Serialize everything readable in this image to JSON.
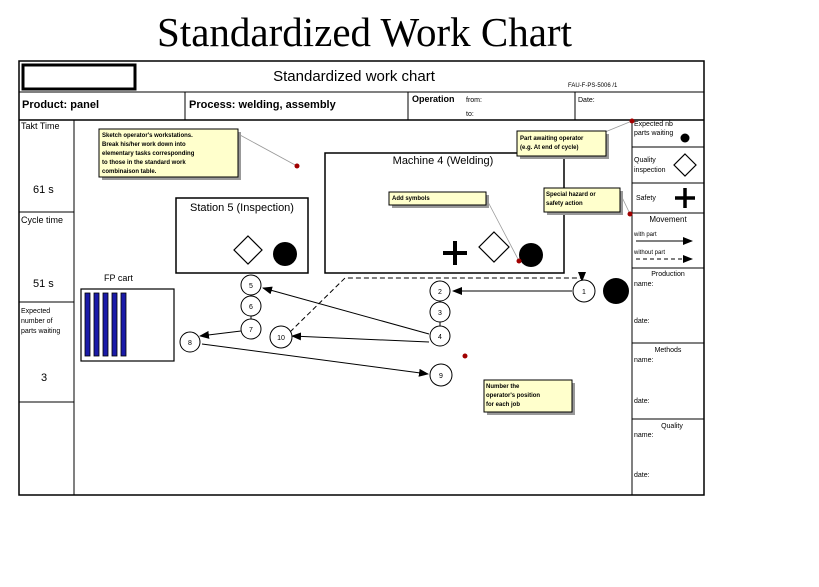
{
  "page_title": "Standardized Work Chart",
  "header": {
    "chart_title": "Standardized work chart",
    "form_code": "FAU-F-PS-5006 /1",
    "product": "Product: panel",
    "process": "Process: welding, assembly",
    "operation_label": "Operation",
    "from_label": "from:",
    "to_label": "to:",
    "date_label": "Date:"
  },
  "left_panel": {
    "takt_label": "Takt Time",
    "takt_value": "61 s",
    "cycle_label": "Cycle time",
    "cycle_value": "51 s",
    "wip_label_1": "Expected",
    "wip_label_2": "number of",
    "wip_label_3": "parts waiting",
    "wip_value": "3"
  },
  "right_legend": {
    "expected_1": "Expected nb",
    "expected_2": "parts waiting",
    "quality_1": "Quality",
    "quality_2": "inspection",
    "safety": "Safety",
    "movement": "Movement",
    "with_part": "with part",
    "without_part": "without part",
    "production": "Production",
    "production_name": "name:",
    "production_date": "date:",
    "methods": "Methods",
    "methods_name": "name:",
    "methods_date": "date:",
    "quality": "Quality",
    "quality_name": "name:",
    "quality_date": "date:"
  },
  "notes": {
    "sketch_1": "Sketch operator's workstations.",
    "sketch_2": "Break his/her work down into",
    "sketch_3": "elementary tasks corresponding",
    "sketch_4": "to those in the standard work",
    "sketch_5": "combinaison table.",
    "awaiting_1": "Part awaiting operator",
    "awaiting_2": "(e.g. At end of cycle)",
    "add_symbols": "Add symbols",
    "hazard_1": "Special hazard or",
    "hazard_2": "safety action",
    "number_1": "Number the",
    "number_2": "operator's position",
    "number_3": "for each job"
  },
  "stations": {
    "machine": "Machine 4 (Welding)",
    "station5": "Station 5 (Inspection)",
    "fp_cart": "FP cart"
  },
  "positions": [
    "1",
    "2",
    "3",
    "4",
    "5",
    "6",
    "7",
    "8",
    "9",
    "10"
  ],
  "colors": {
    "cart_bar": "#1a1aa8",
    "note_fill": "#ffffcc"
  }
}
